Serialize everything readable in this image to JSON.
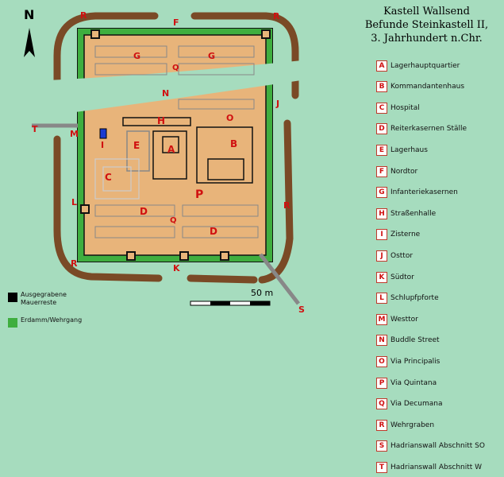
{
  "title": [
    "Kastell Wallsend",
    "Befunde Steinkastell II,",
    "3. Jahrhundert n.Chr."
  ],
  "legend": [
    {
      "key": "A",
      "label": "Lagerhauptquartier"
    },
    {
      "key": "B",
      "label": "Kommandantenhaus"
    },
    {
      "key": "C",
      "label": "Hospital"
    },
    {
      "key": "D",
      "label": "Reiterkasernen Ställe"
    },
    {
      "key": "E",
      "label": "Lagerhaus"
    },
    {
      "key": "F",
      "label": "Nordtor"
    },
    {
      "key": "G",
      "label": "Infanteriekasernen"
    },
    {
      "key": "H",
      "label": "Straßenhalle"
    },
    {
      "key": "I",
      "label": "Zisterne"
    },
    {
      "key": "J",
      "label": "Osttor"
    },
    {
      "key": "K",
      "label": "Südtor"
    },
    {
      "key": "L",
      "label": "Schlupfpforte"
    },
    {
      "key": "M",
      "label": "Westtor"
    },
    {
      "key": "N",
      "label": "Buddle Street"
    },
    {
      "key": "O",
      "label": "Via Principalis"
    },
    {
      "key": "P",
      "label": "Via Quintana"
    },
    {
      "key": "Q",
      "label": "Via Decumana"
    },
    {
      "key": "R",
      "label": "Wehrgraben"
    },
    {
      "key": "S",
      "label": "Hadrianswall Abschnitt SO"
    },
    {
      "key": "T",
      "label": "Hadrianswall Abschnitt W"
    }
  ],
  "materials": [
    {
      "label": "Ausgegrabene\nMauerreste",
      "color": "#000000"
    },
    {
      "label": "Erdamm/Wehrgang",
      "color": "#3fae3f"
    }
  ],
  "scale": "50 m",
  "north": "N",
  "colors": {
    "background": "#a6dcbe",
    "fort_interior": "#e8b47a",
    "ditch": "#7a4a26",
    "rampart": "#3fae3f",
    "wall": "#111111",
    "label_red": "#d01010"
  },
  "map_labels": [
    "R",
    "F",
    "R",
    "G",
    "G",
    "Q",
    "N",
    "J",
    "O",
    "T",
    "M",
    "H",
    "I",
    "E",
    "A",
    "B",
    "C",
    "P",
    "L",
    "R",
    "D",
    "Q",
    "D",
    "R",
    "K",
    "S"
  ]
}
